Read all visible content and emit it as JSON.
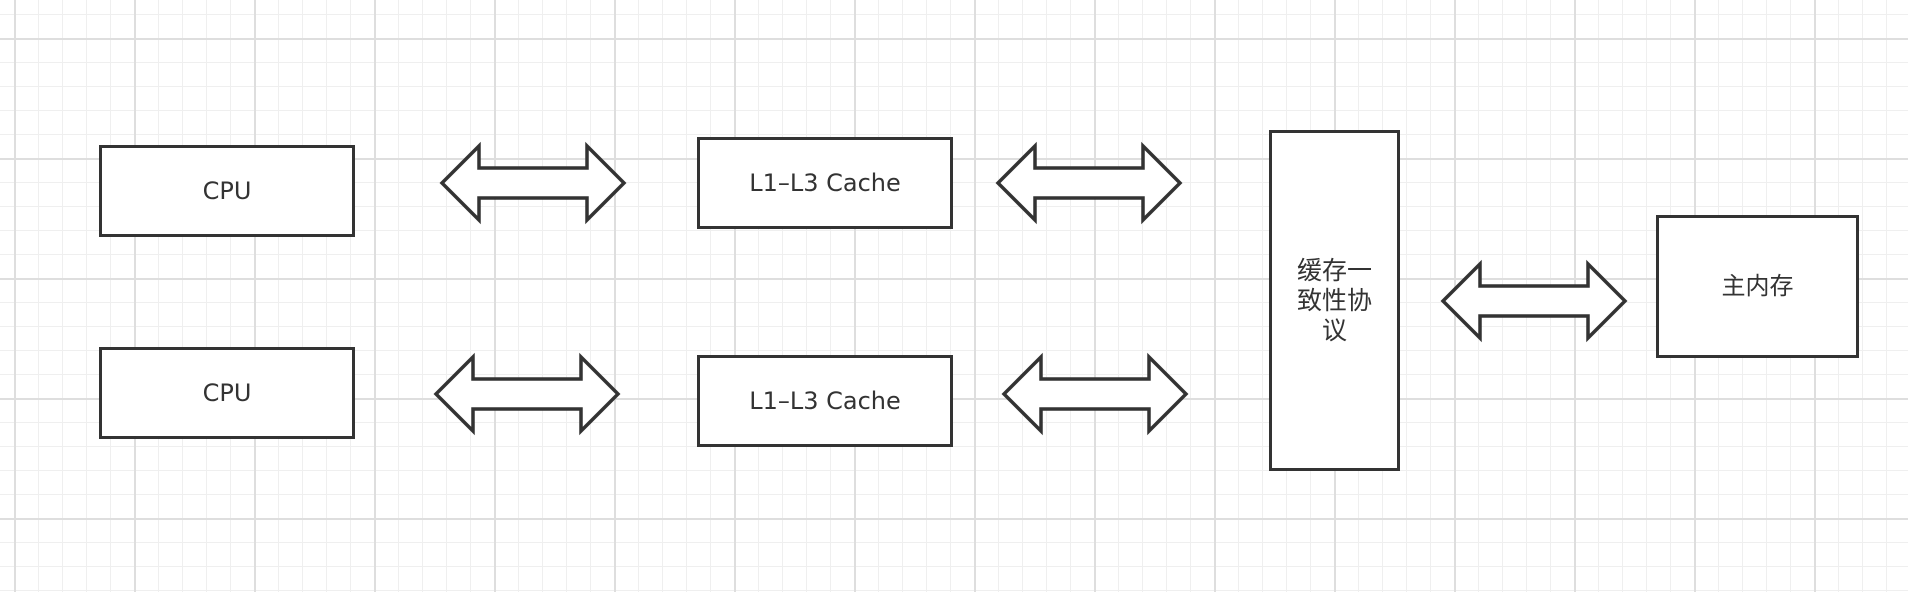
{
  "diagram": {
    "title": "",
    "nodes": [
      {
        "id": "cpu-top",
        "label": "CPU"
      },
      {
        "id": "cache-top",
        "label": "L1–L3 Cache"
      },
      {
        "id": "cpu-bottom",
        "label": "CPU"
      },
      {
        "id": "cache-bottom",
        "label": "L1–L3 Cache"
      },
      {
        "id": "coherence",
        "label": "缓存一致性协议"
      },
      {
        "id": "main-memory",
        "label": "主内存"
      }
    ],
    "edges": [
      {
        "from": "cpu-top",
        "to": "cache-top",
        "direction": "bidirectional"
      },
      {
        "from": "cache-top",
        "to": "coherence",
        "direction": "bidirectional"
      },
      {
        "from": "cpu-bottom",
        "to": "cache-bottom",
        "direction": "bidirectional"
      },
      {
        "from": "cache-bottom",
        "to": "coherence",
        "direction": "bidirectional"
      },
      {
        "from": "coherence",
        "to": "main-memory",
        "direction": "bidirectional"
      }
    ],
    "colors": {
      "stroke": "#333333",
      "fill": "#ffffff",
      "grid": "#dedede"
    }
  }
}
